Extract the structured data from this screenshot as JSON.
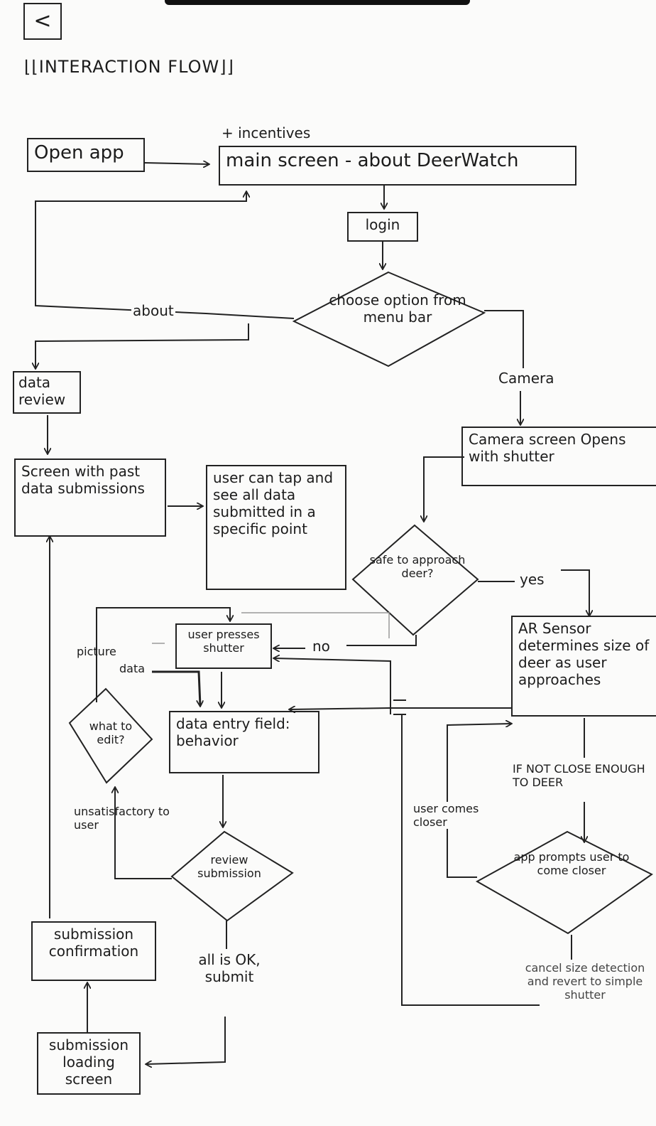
{
  "header": {
    "back_label": "<",
    "title": "INTERACTION FLOW"
  },
  "nodes": {
    "open_app": "Open app",
    "incentives": "+ incentives",
    "main_screen": "main screen - about DeerWatch",
    "login": "login",
    "choose_option": "choose option from menu bar",
    "data_review": "data review",
    "past_submissions": "Screen with past data submissions",
    "user_can_tap": "user can tap and see all data submitted in a specific point",
    "camera_screen": "Camera screen Opens with shutter",
    "safe_to_approach": "safe to approach deer?",
    "ar_sensor": "AR Sensor determines size of deer as user approaches",
    "user_presses_shutter": "user presses shutter",
    "what_to_edit": "what to edit?",
    "data_entry": "data entry field: behavior",
    "review_submission": "review submission",
    "app_prompts": "app prompts user to come closer",
    "submission_confirmation": "submission confirmation",
    "submission_loading": "submission loading screen",
    "cancel_size_detection": "cancel size detection and revert to simple shutter"
  },
  "edge_labels": {
    "about": "about",
    "camera": "Camera",
    "yes": "yes",
    "no": "no",
    "picture": "picture",
    "data": "data",
    "unsatisfactory": "unsatisfactory to user",
    "if_not_close": "IF NOT CLOSE ENOUGH TO DEER",
    "user_comes_closer": "user comes closer",
    "all_ok": "all is OK, submit"
  },
  "colors": {
    "ink": "#1c1c1c",
    "paper": "#fbfbfa"
  }
}
